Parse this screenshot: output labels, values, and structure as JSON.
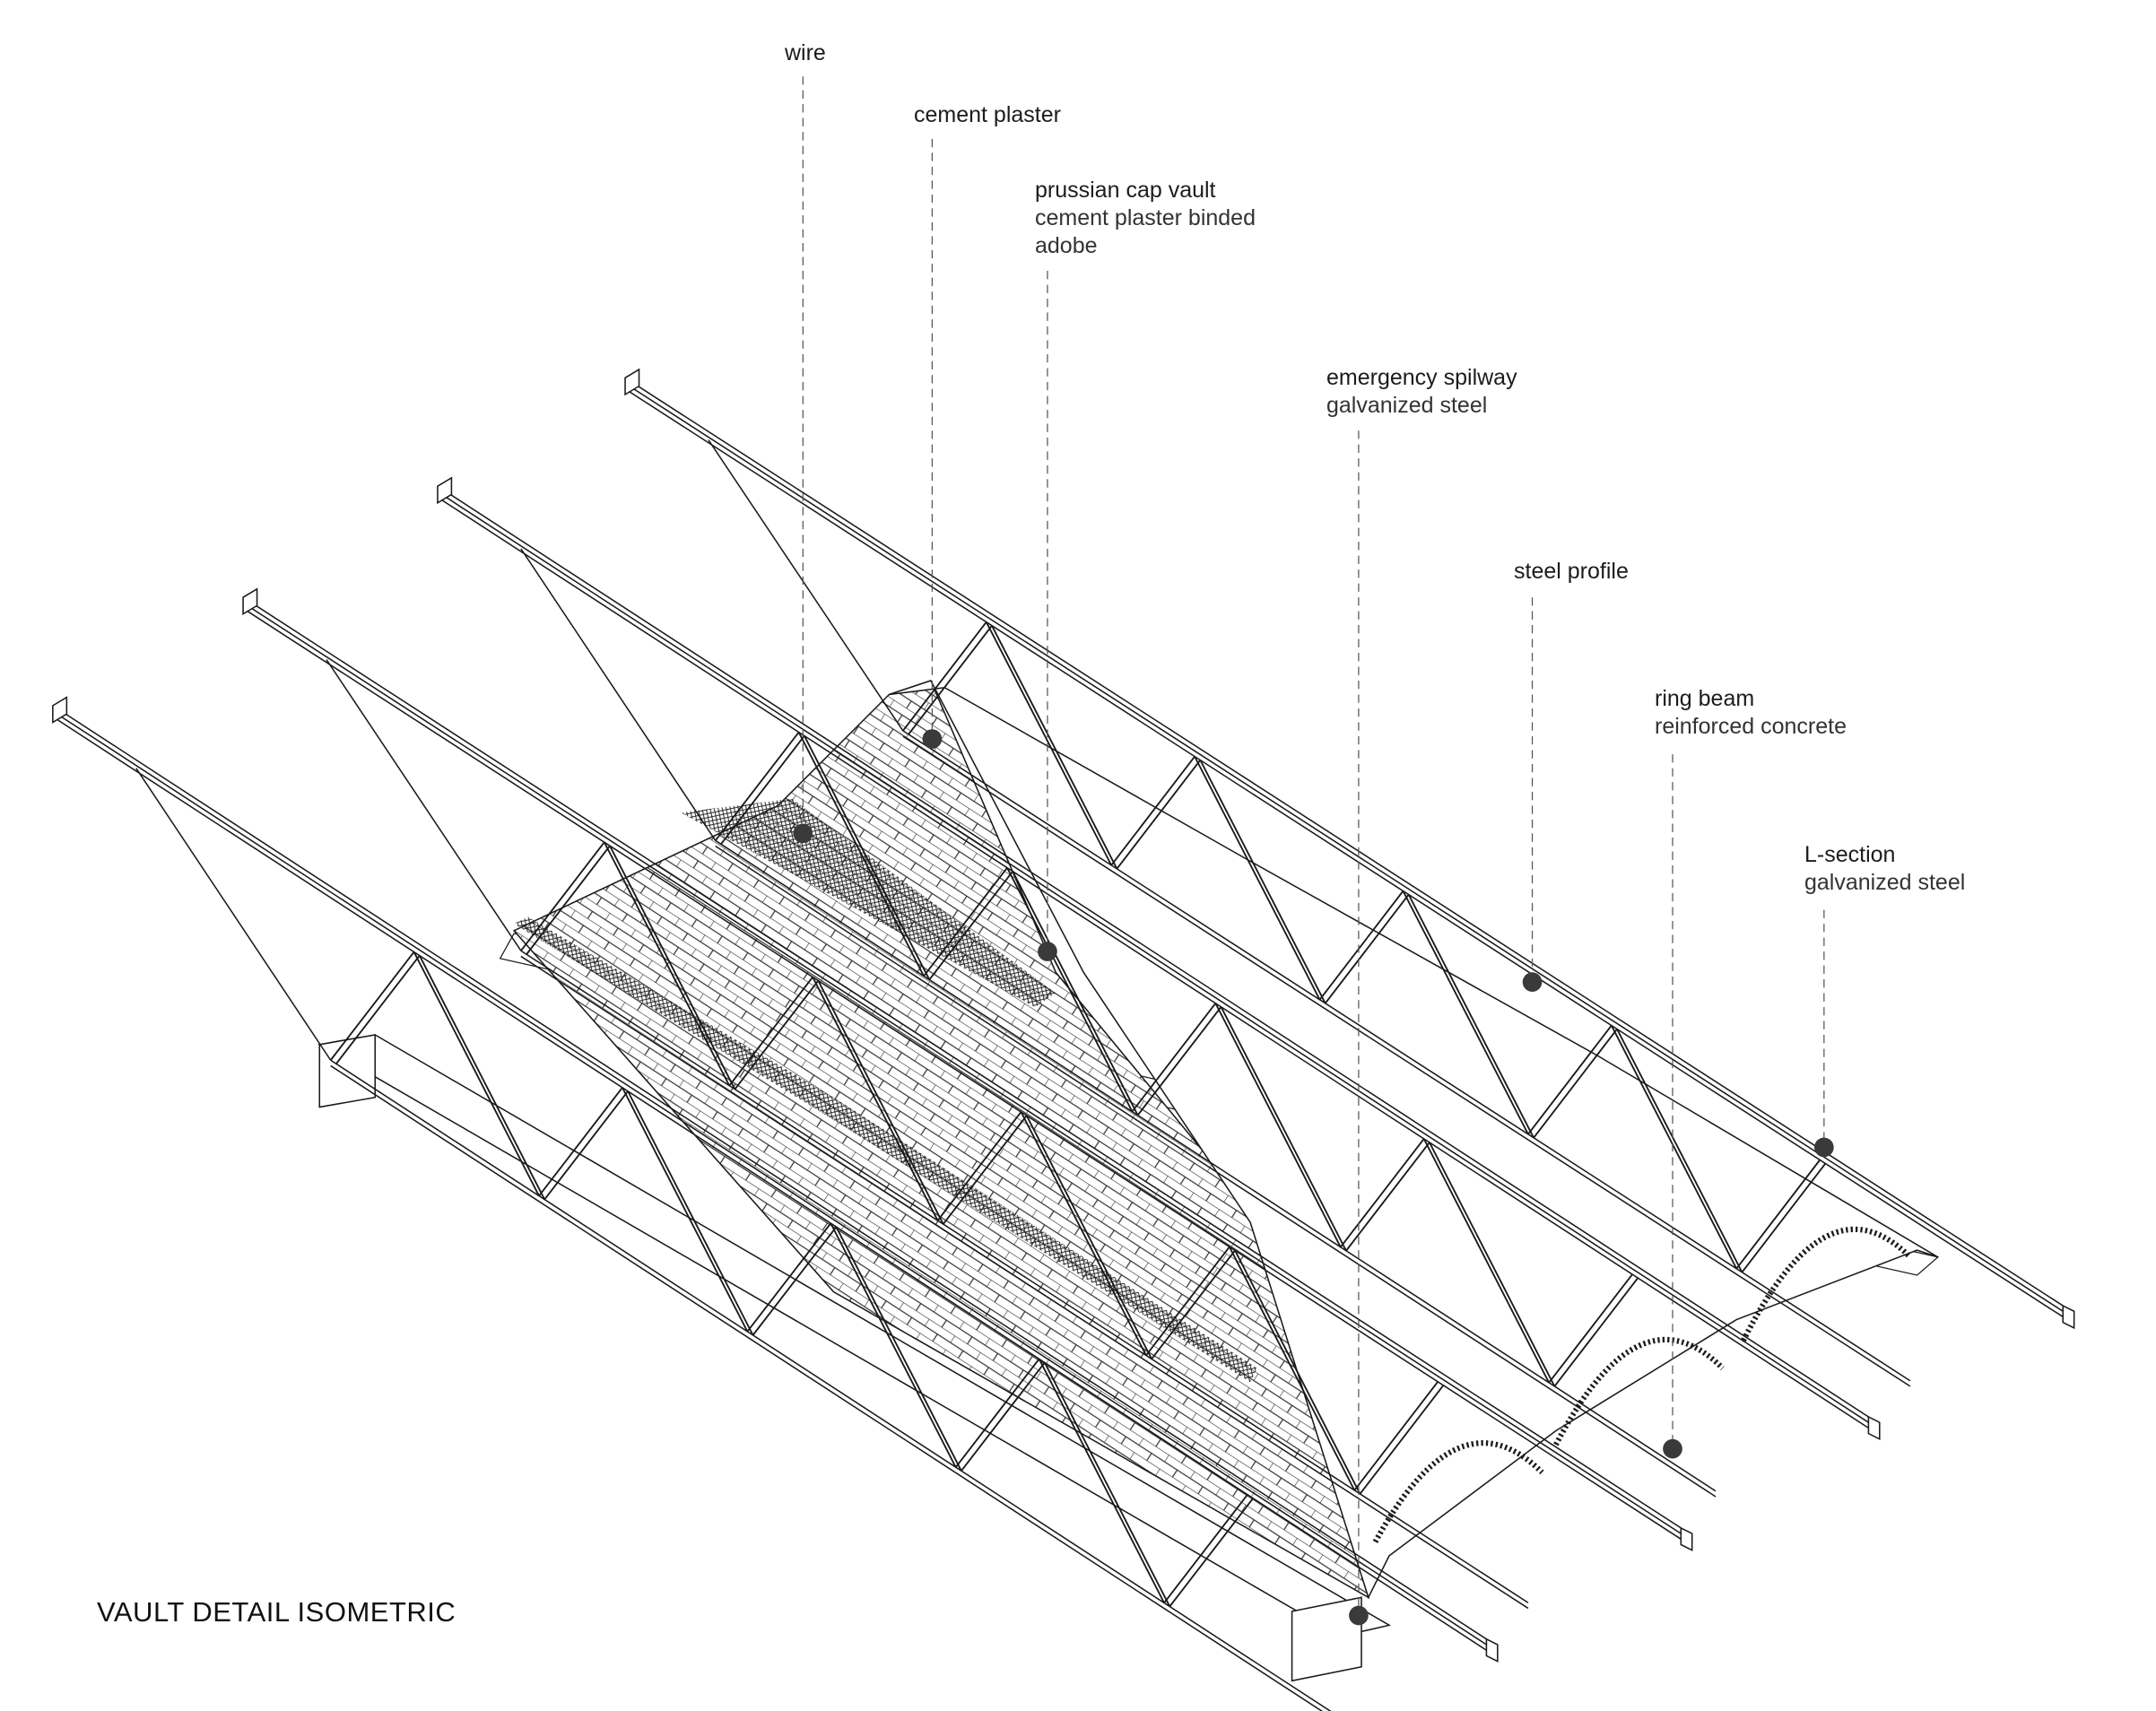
{
  "caption": "VAULT DETAIL ISOMETRIC",
  "colors": {
    "line": "#1a1a1a",
    "dot": "#3a3a3a",
    "leader": "#555555"
  },
  "labels": [
    {
      "id": "wire",
      "title": "wire",
      "subtitle": ""
    },
    {
      "id": "cement-plaster",
      "title": "cement plaster",
      "subtitle": ""
    },
    {
      "id": "prussian-cap-vault",
      "title": "prussian cap vault",
      "subtitle": "cement plaster binded\nadobe"
    },
    {
      "id": "emergency-spilway",
      "title": "emergency spilway",
      "subtitle": "galvanized steel"
    },
    {
      "id": "steel-profile",
      "title": "steel profile",
      "subtitle": ""
    },
    {
      "id": "ring-beam",
      "title": "ring beam",
      "subtitle": "reinforced concrete"
    },
    {
      "id": "l-section",
      "title": "L-section",
      "subtitle": "galvanized steel"
    }
  ]
}
